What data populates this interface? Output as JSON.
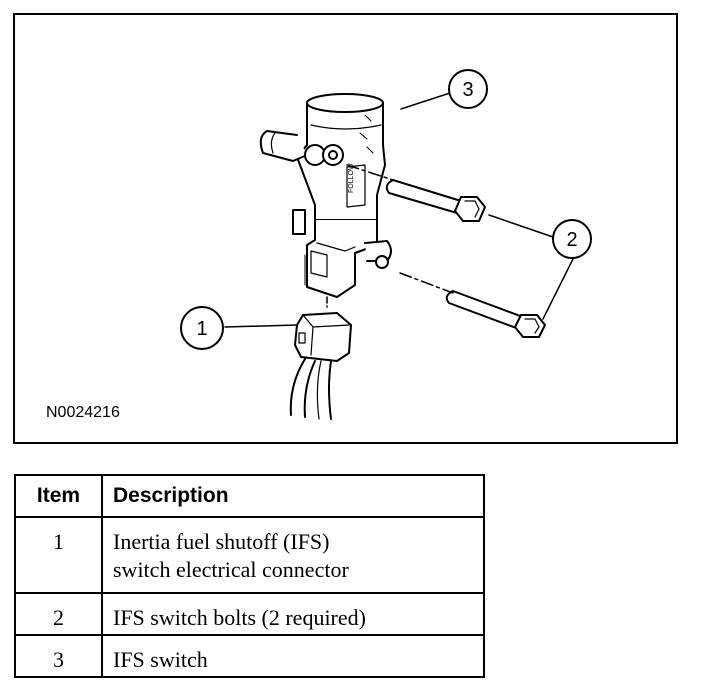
{
  "figure": {
    "id_code": "N0024216",
    "callouts": [
      "1",
      "2",
      "3"
    ],
    "component_label": "FOLLOW"
  },
  "legend": {
    "headers": {
      "item": "Item",
      "description": "Description"
    },
    "rows": [
      {
        "item": "1",
        "lines": [
          "Inertia fuel shutoff (IFS)",
          "switch electrical connector"
        ]
      },
      {
        "item": "2",
        "lines": [
          "IFS switch bolts (2 required)"
        ]
      },
      {
        "item": "3",
        "lines": [
          "IFS switch"
        ]
      }
    ]
  }
}
